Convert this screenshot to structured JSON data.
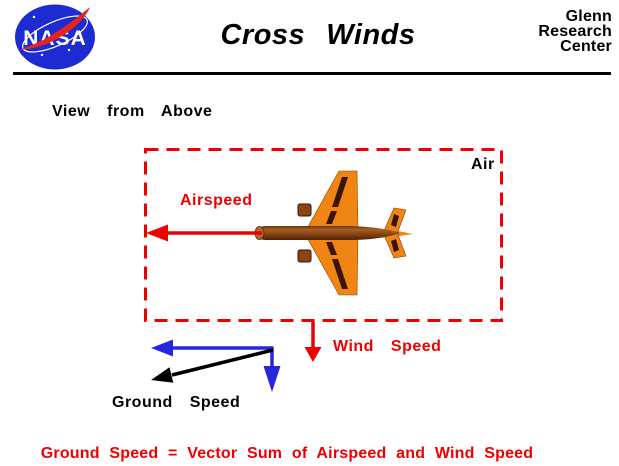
{
  "header": {
    "title": "Cross  Winds",
    "logo_text": "NASA",
    "org": {
      "line1": "Glenn",
      "line2": "Research",
      "line3": "Center"
    }
  },
  "diagram": {
    "view_label": "View from Above",
    "air_label": "Air",
    "airspeed_label": "Airspeed",
    "wind_speed_label": "Wind Speed",
    "ground_speed_label": "Ground Speed"
  },
  "caption": {
    "equation": "Ground Speed = Vector Sum of Airspeed and Wind Speed"
  },
  "colors": {
    "vector_red": "#ee0000",
    "vector_blue": "#2626e0",
    "resultant_black": "#000000",
    "plane_orange": "#f08514",
    "plane_brown": "#8b4513",
    "plane_dark_stripe": "#3a1505",
    "nasa_blue": "#1d2bd2",
    "nasa_red": "#e8231a"
  }
}
